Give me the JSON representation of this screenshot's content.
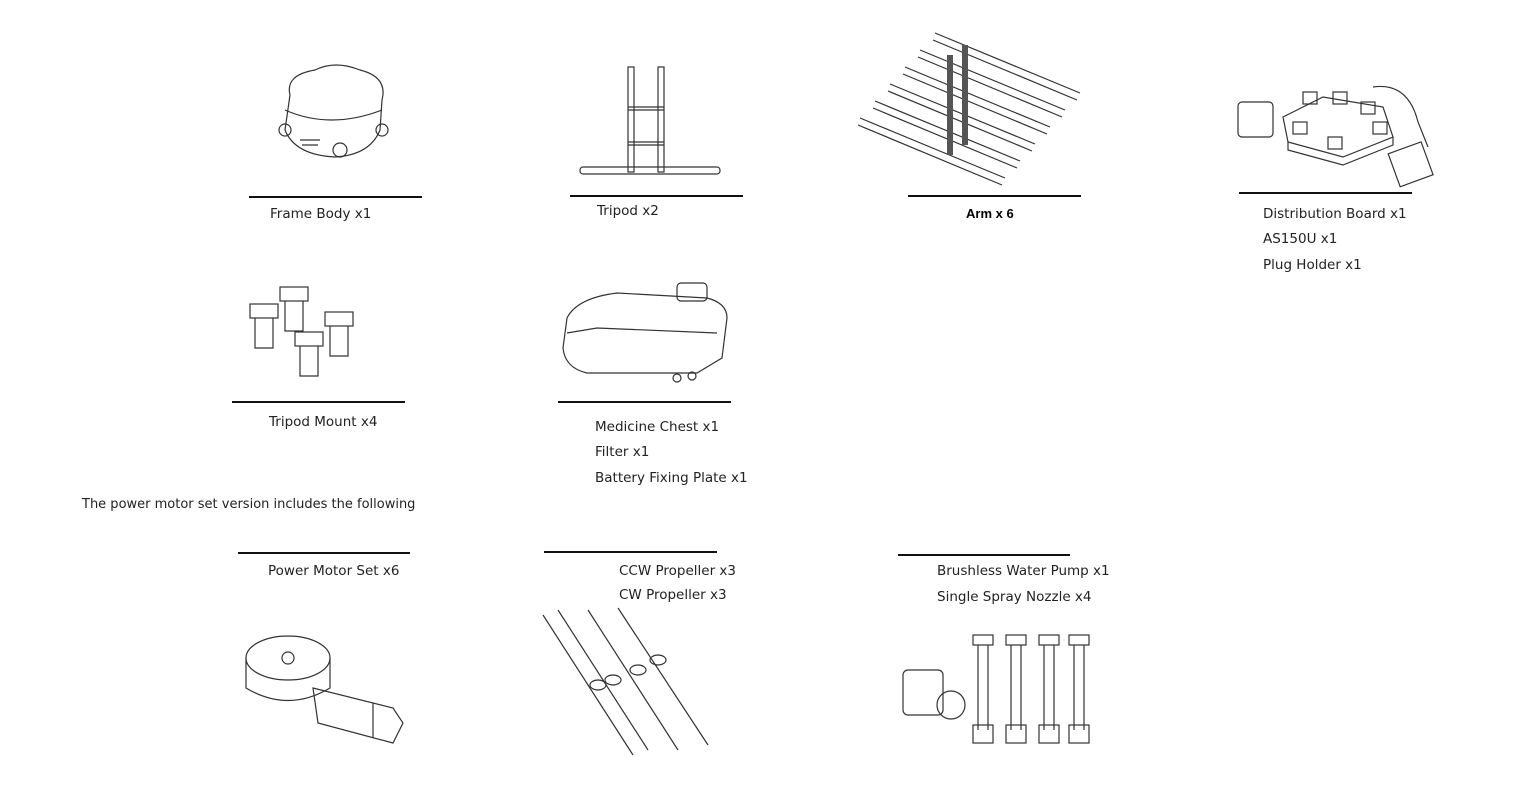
{
  "parts": [
    {
      "id": "frame-body",
      "labels": [
        "Frame Body x1"
      ]
    },
    {
      "id": "tripod",
      "labels": [
        "Tripod x2"
      ]
    },
    {
      "id": "arm",
      "labels": [
        "Arm x 6"
      ]
    },
    {
      "id": "distribution-board",
      "labels": [
        "Distribution Board x1",
        "AS150U x1",
        "Plug Holder x1"
      ]
    },
    {
      "id": "tripod-mount",
      "labels": [
        "Tripod Mount x4"
      ]
    },
    {
      "id": "medicine-chest",
      "labels": [
        "Medicine Chest x1",
        "Filter x1",
        "Battery Fixing Plate x1"
      ]
    }
  ],
  "intro_text": "The power motor set version includes the following",
  "motor_parts": [
    {
      "id": "power-motor",
      "labels": [
        "Power Motor Set x6"
      ]
    },
    {
      "id": "propeller",
      "labels": [
        "CCW Propeller x3",
        "CW Propeller x3"
      ]
    },
    {
      "id": "pump",
      "labels": [
        "Brushless Water Pump x1",
        "Single Spray Nozzle x4"
      ]
    }
  ]
}
